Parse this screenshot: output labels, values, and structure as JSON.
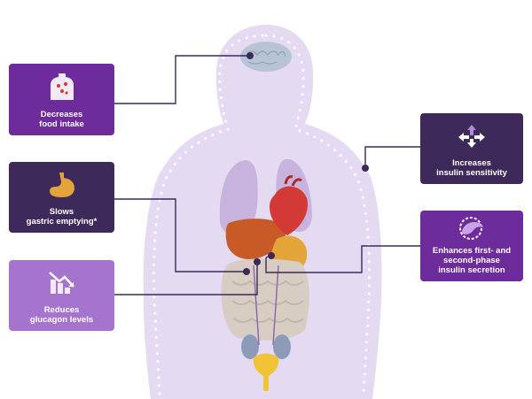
{
  "colors": {
    "body_silhouette": "#e4daf1",
    "body_dots": "#ffffff",
    "connector": "#3a2a5c",
    "node": "#3a2a5c",
    "callout_purple": "#6e2b9c",
    "callout_dark": "#3d2a5a",
    "callout_light": "#a574cf",
    "heart": "#d43a35",
    "lungs": "#c8b3df",
    "liver": "#c85a28",
    "stomach": "#e3a43a",
    "intestines": "#d8cdc2",
    "bladder": "#f0c436",
    "kidneys": "#8c9bb8",
    "brain": "#b6c4d6"
  },
  "callouts": [
    {
      "id": "food-intake",
      "lines": [
        "Decreases",
        "food intake"
      ],
      "icon": "body-torso-icon",
      "target_organ": "brain"
    },
    {
      "id": "gastric-emptying",
      "lines": [
        "Slows",
        "gastric emptying*"
      ],
      "icon": "stomach-icon",
      "target_organ": "stomach"
    },
    {
      "id": "glucagon",
      "lines": [
        "Reduces",
        "glucagon levels"
      ],
      "icon": "declining-chart-icon",
      "target_organ": "pancreas"
    },
    {
      "id": "insulin-sensitivity",
      "lines": [
        "Increases",
        "insulin sensitivity"
      ],
      "icon": "directional-arrows-icon",
      "target_organ": "muscle"
    },
    {
      "id": "insulin-secretion",
      "lines": [
        "Enhances first- and",
        "second-phase",
        "insulin secretion"
      ],
      "icon": "pancreas-icon",
      "target_organ": "pancreas"
    }
  ]
}
